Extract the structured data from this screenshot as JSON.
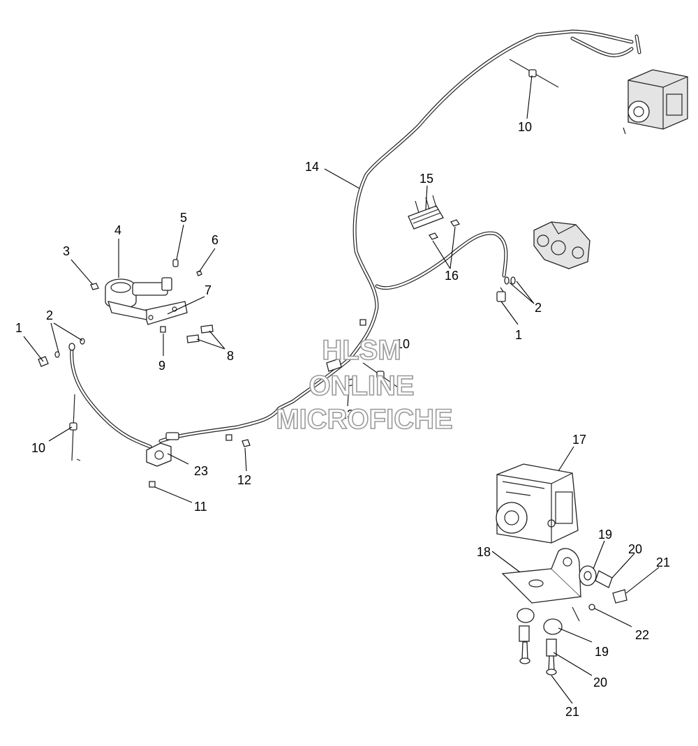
{
  "watermark": {
    "line1": "HLSM",
    "line2": "ONLINE",
    "line3": "MICROFICHE"
  },
  "callouts": {
    "c1_left": "1",
    "c2_left": "2",
    "c3": "3",
    "c4": "4",
    "c5": "5",
    "c6": "6",
    "c7": "7",
    "c8": "8",
    "c9": "9",
    "c10_left": "10",
    "c10_top": "10",
    "c10_center": "10",
    "c11": "11",
    "c12": "12",
    "c13": "13",
    "c14": "14",
    "c15": "15",
    "c16": "16",
    "c2_right": "2",
    "c1_right": "1",
    "c17": "17",
    "c18": "18",
    "c19_top": "19",
    "c20_top": "20",
    "c21_top": "21",
    "c22": "22",
    "c19_bottom": "19",
    "c20_bottom": "20",
    "c21_bottom": "21",
    "c23": "23"
  }
}
